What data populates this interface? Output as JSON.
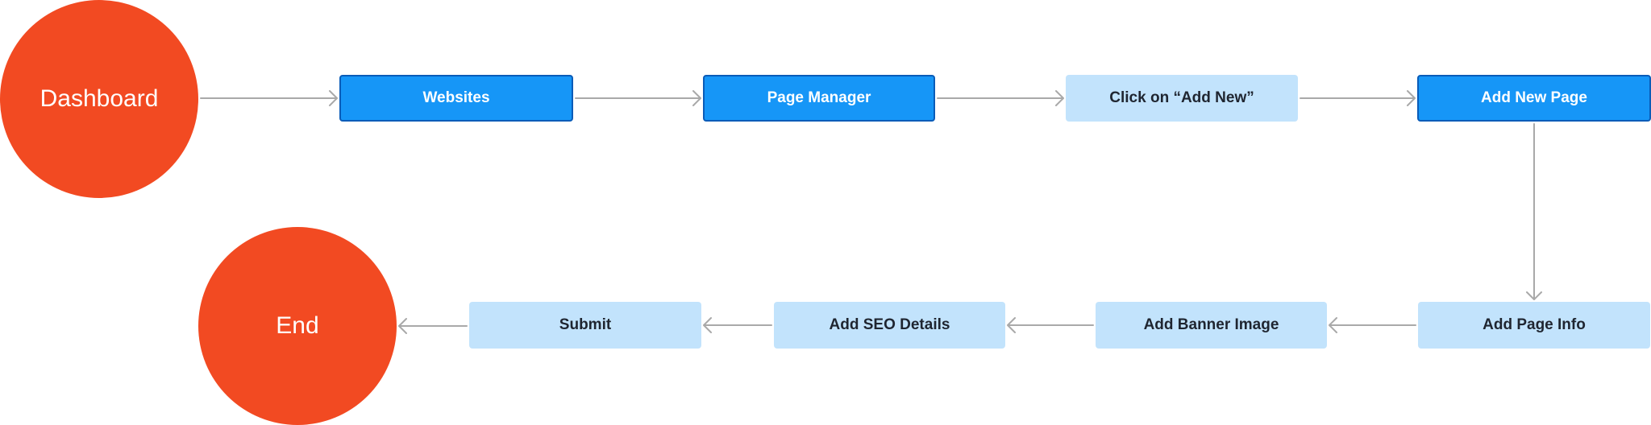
{
  "colors": {
    "terminal": "#f24a22",
    "primary_step": "#1696f7",
    "secondary_step": "#c2e3fc",
    "connector": "#a9a9a9"
  },
  "diagram": {
    "start": {
      "label": "Dashboard"
    },
    "end": {
      "label": "End"
    },
    "steps": [
      {
        "id": "websites",
        "label": "Websites",
        "style": "primary"
      },
      {
        "id": "page-manager",
        "label": "Page Manager",
        "style": "primary"
      },
      {
        "id": "click-add-new",
        "label": "Click on “Add New”",
        "style": "secondary"
      },
      {
        "id": "add-new-page",
        "label": "Add New Page",
        "style": "primary"
      },
      {
        "id": "add-page-info",
        "label": "Add Page Info",
        "style": "secondary"
      },
      {
        "id": "add-banner-image",
        "label": "Add Banner Image",
        "style": "secondary"
      },
      {
        "id": "add-seo-details",
        "label": "Add SEO Details",
        "style": "secondary"
      },
      {
        "id": "submit",
        "label": "Submit",
        "style": "secondary"
      }
    ],
    "edges": [
      [
        "start",
        "websites"
      ],
      [
        "websites",
        "page-manager"
      ],
      [
        "page-manager",
        "click-add-new"
      ],
      [
        "click-add-new",
        "add-new-page"
      ],
      [
        "add-new-page",
        "add-page-info"
      ],
      [
        "add-page-info",
        "add-banner-image"
      ],
      [
        "add-banner-image",
        "add-seo-details"
      ],
      [
        "add-seo-details",
        "submit"
      ],
      [
        "submit",
        "end"
      ]
    ]
  }
}
